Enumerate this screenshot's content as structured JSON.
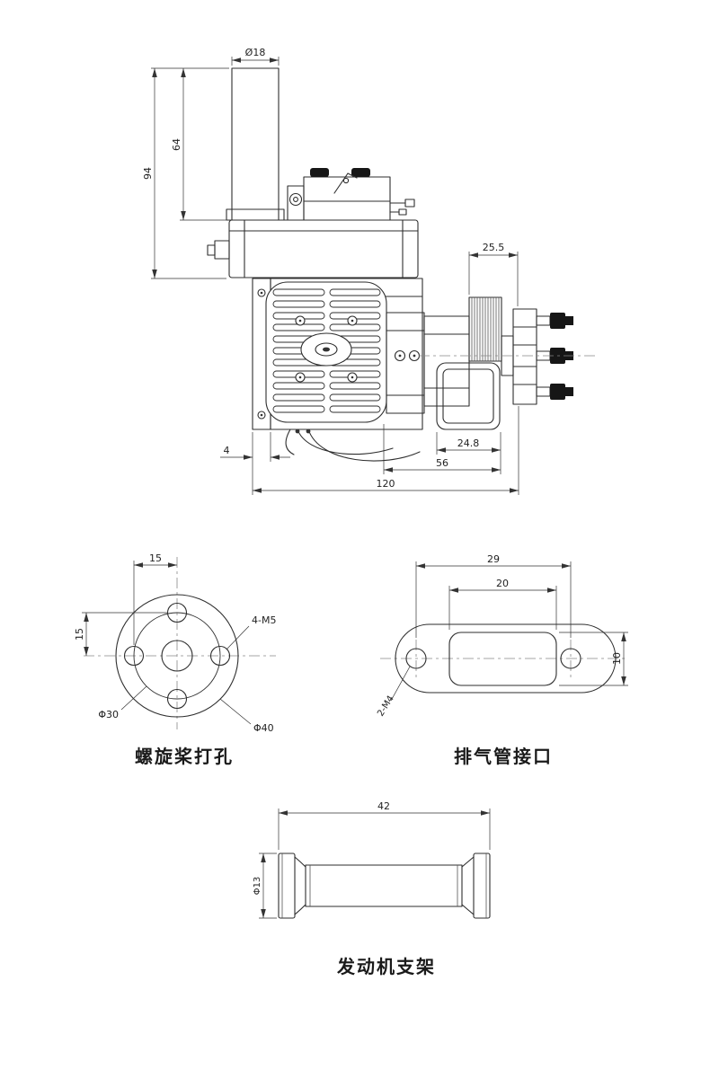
{
  "page": {
    "background": "#ffffff"
  },
  "main_view": {
    "dims": {
      "pipe_dia": "Ø18",
      "pipe_len": "64",
      "overall_height": "94",
      "hub_len": "25.5",
      "rear_len": "24.8",
      "mid_len": "56",
      "total_len": "120",
      "plate_thk": "4"
    }
  },
  "prop_view": {
    "caption": "螺旋桨打孔",
    "dims": {
      "offset_h": "15",
      "offset_v": "15",
      "thread": "4-M5",
      "bolt_circle": "Φ30",
      "outer_dia": "Φ40"
    }
  },
  "exhaust_view": {
    "caption": "排气管接口",
    "dims": {
      "hole_spacing": "29",
      "port_w": "20",
      "port_h": "10",
      "thread": "2-M4"
    }
  },
  "mount_view": {
    "caption": "发动机支架",
    "dims": {
      "length": "42",
      "dia": "Φ13"
    }
  }
}
